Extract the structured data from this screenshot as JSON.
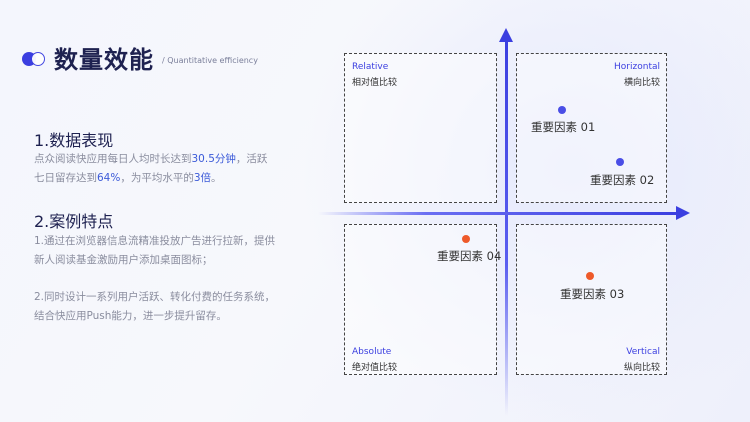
{
  "header": {
    "title": "数量效能",
    "subtitle": "/ Quantitative efficiency"
  },
  "section1": {
    "heading": "1.数据表现",
    "line1_pre": "点众阅读快应用每日人均时长达到",
    "line1_hl": "30.5分钟",
    "line1_post": "，活跃",
    "line2_pre": "七日留存达到",
    "line2_hl1": "64%",
    "line2_mid": "，为平均水平的",
    "line2_hl2": "3倍",
    "line2_post": "。"
  },
  "section2": {
    "heading": "2.案例特点",
    "p1_line1": "1.通过在浏览器信息流精准投放广告进行拉新，提供",
    "p1_line2": "新人阅读基金激励用户添加桌面图标；",
    "p2_line1": "2.同时设计一系列用户活跃、转化付费的任务系统，",
    "p2_line2": "结合快应用Push能力，进一步提升留存。"
  },
  "quadrants": {
    "top_left": {
      "en": "Relative",
      "cn": "相对值比较"
    },
    "top_right": {
      "en": "Horizontal",
      "cn": "横向比较"
    },
    "bottom_left": {
      "en": "Absolute",
      "cn": "绝对值比较"
    },
    "bottom_right": {
      "en": "Vertical",
      "cn": "纵向比较"
    }
  },
  "factors": [
    {
      "label": "重要因素 01",
      "color": "#4a4ee6"
    },
    {
      "label": "重要因素 02",
      "color": "#4a4ee6"
    },
    {
      "label": "重要因素 03",
      "color": "#ee5a2a"
    },
    {
      "label": "重要因素 04",
      "color": "#ee5a2a"
    }
  ],
  "colors": {
    "accent_blue": "#3b3fe0",
    "accent_orange": "#ee5a2a"
  }
}
